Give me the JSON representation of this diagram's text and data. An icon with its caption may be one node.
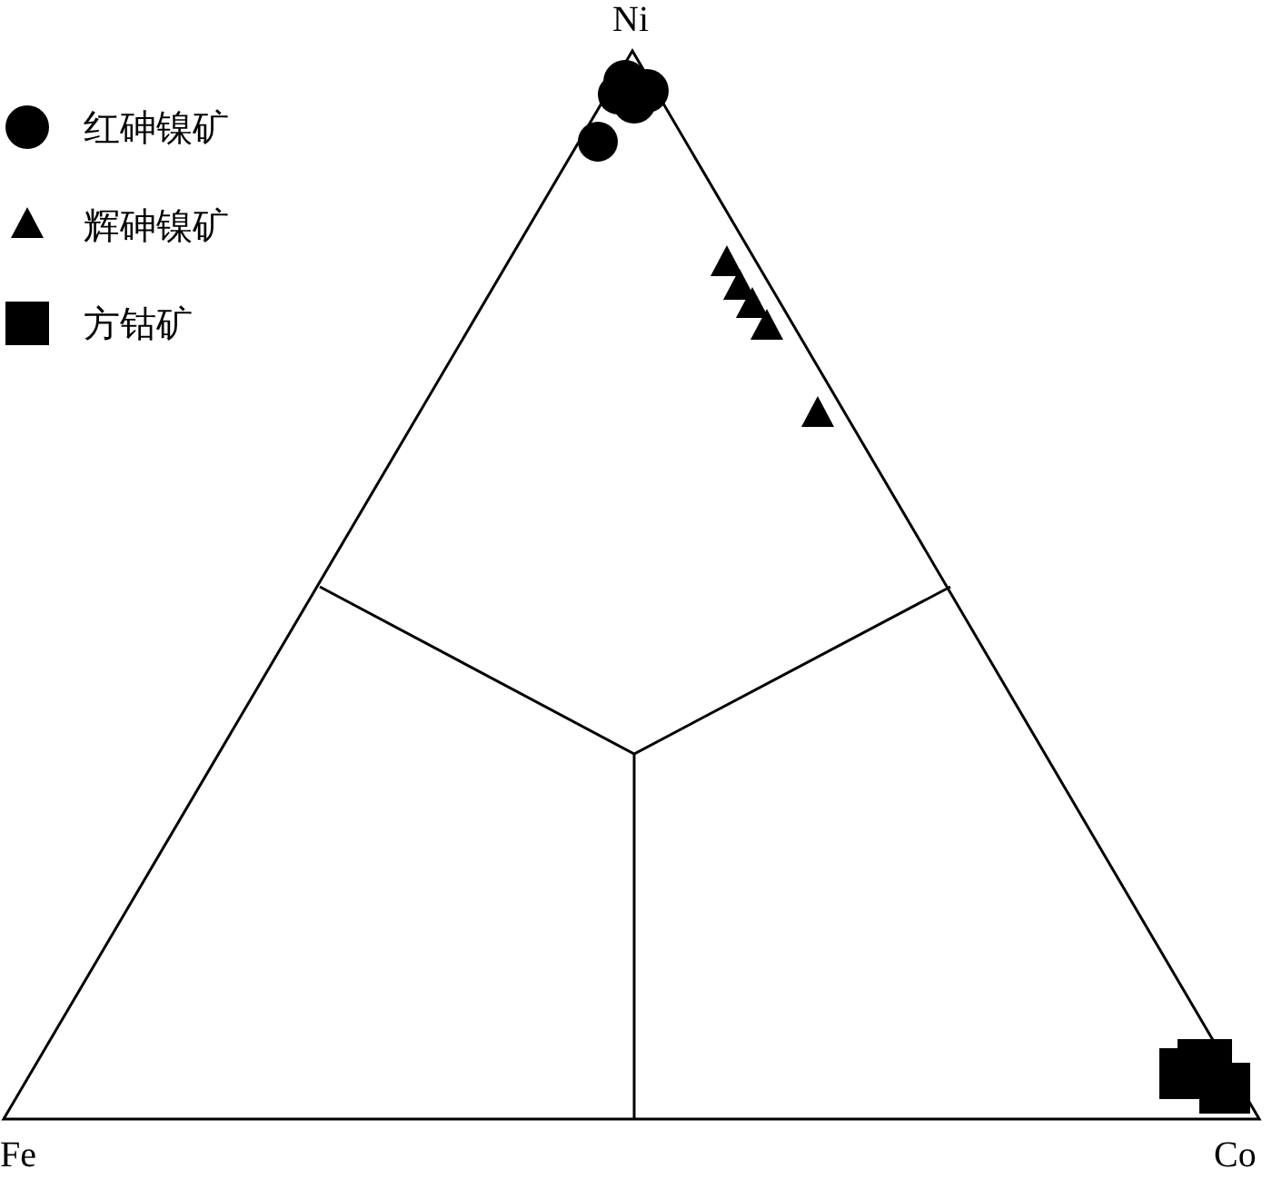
{
  "diagram": {
    "labels": [
      "Ni",
      "Fe",
      "Co"
    ],
    "legend": [
      {
        "text": "红砷镍矿"
      },
      {
        "text": "辉砷镍矿"
      },
      {
        "text": "方钴矿"
      }
    ]
  }
}
